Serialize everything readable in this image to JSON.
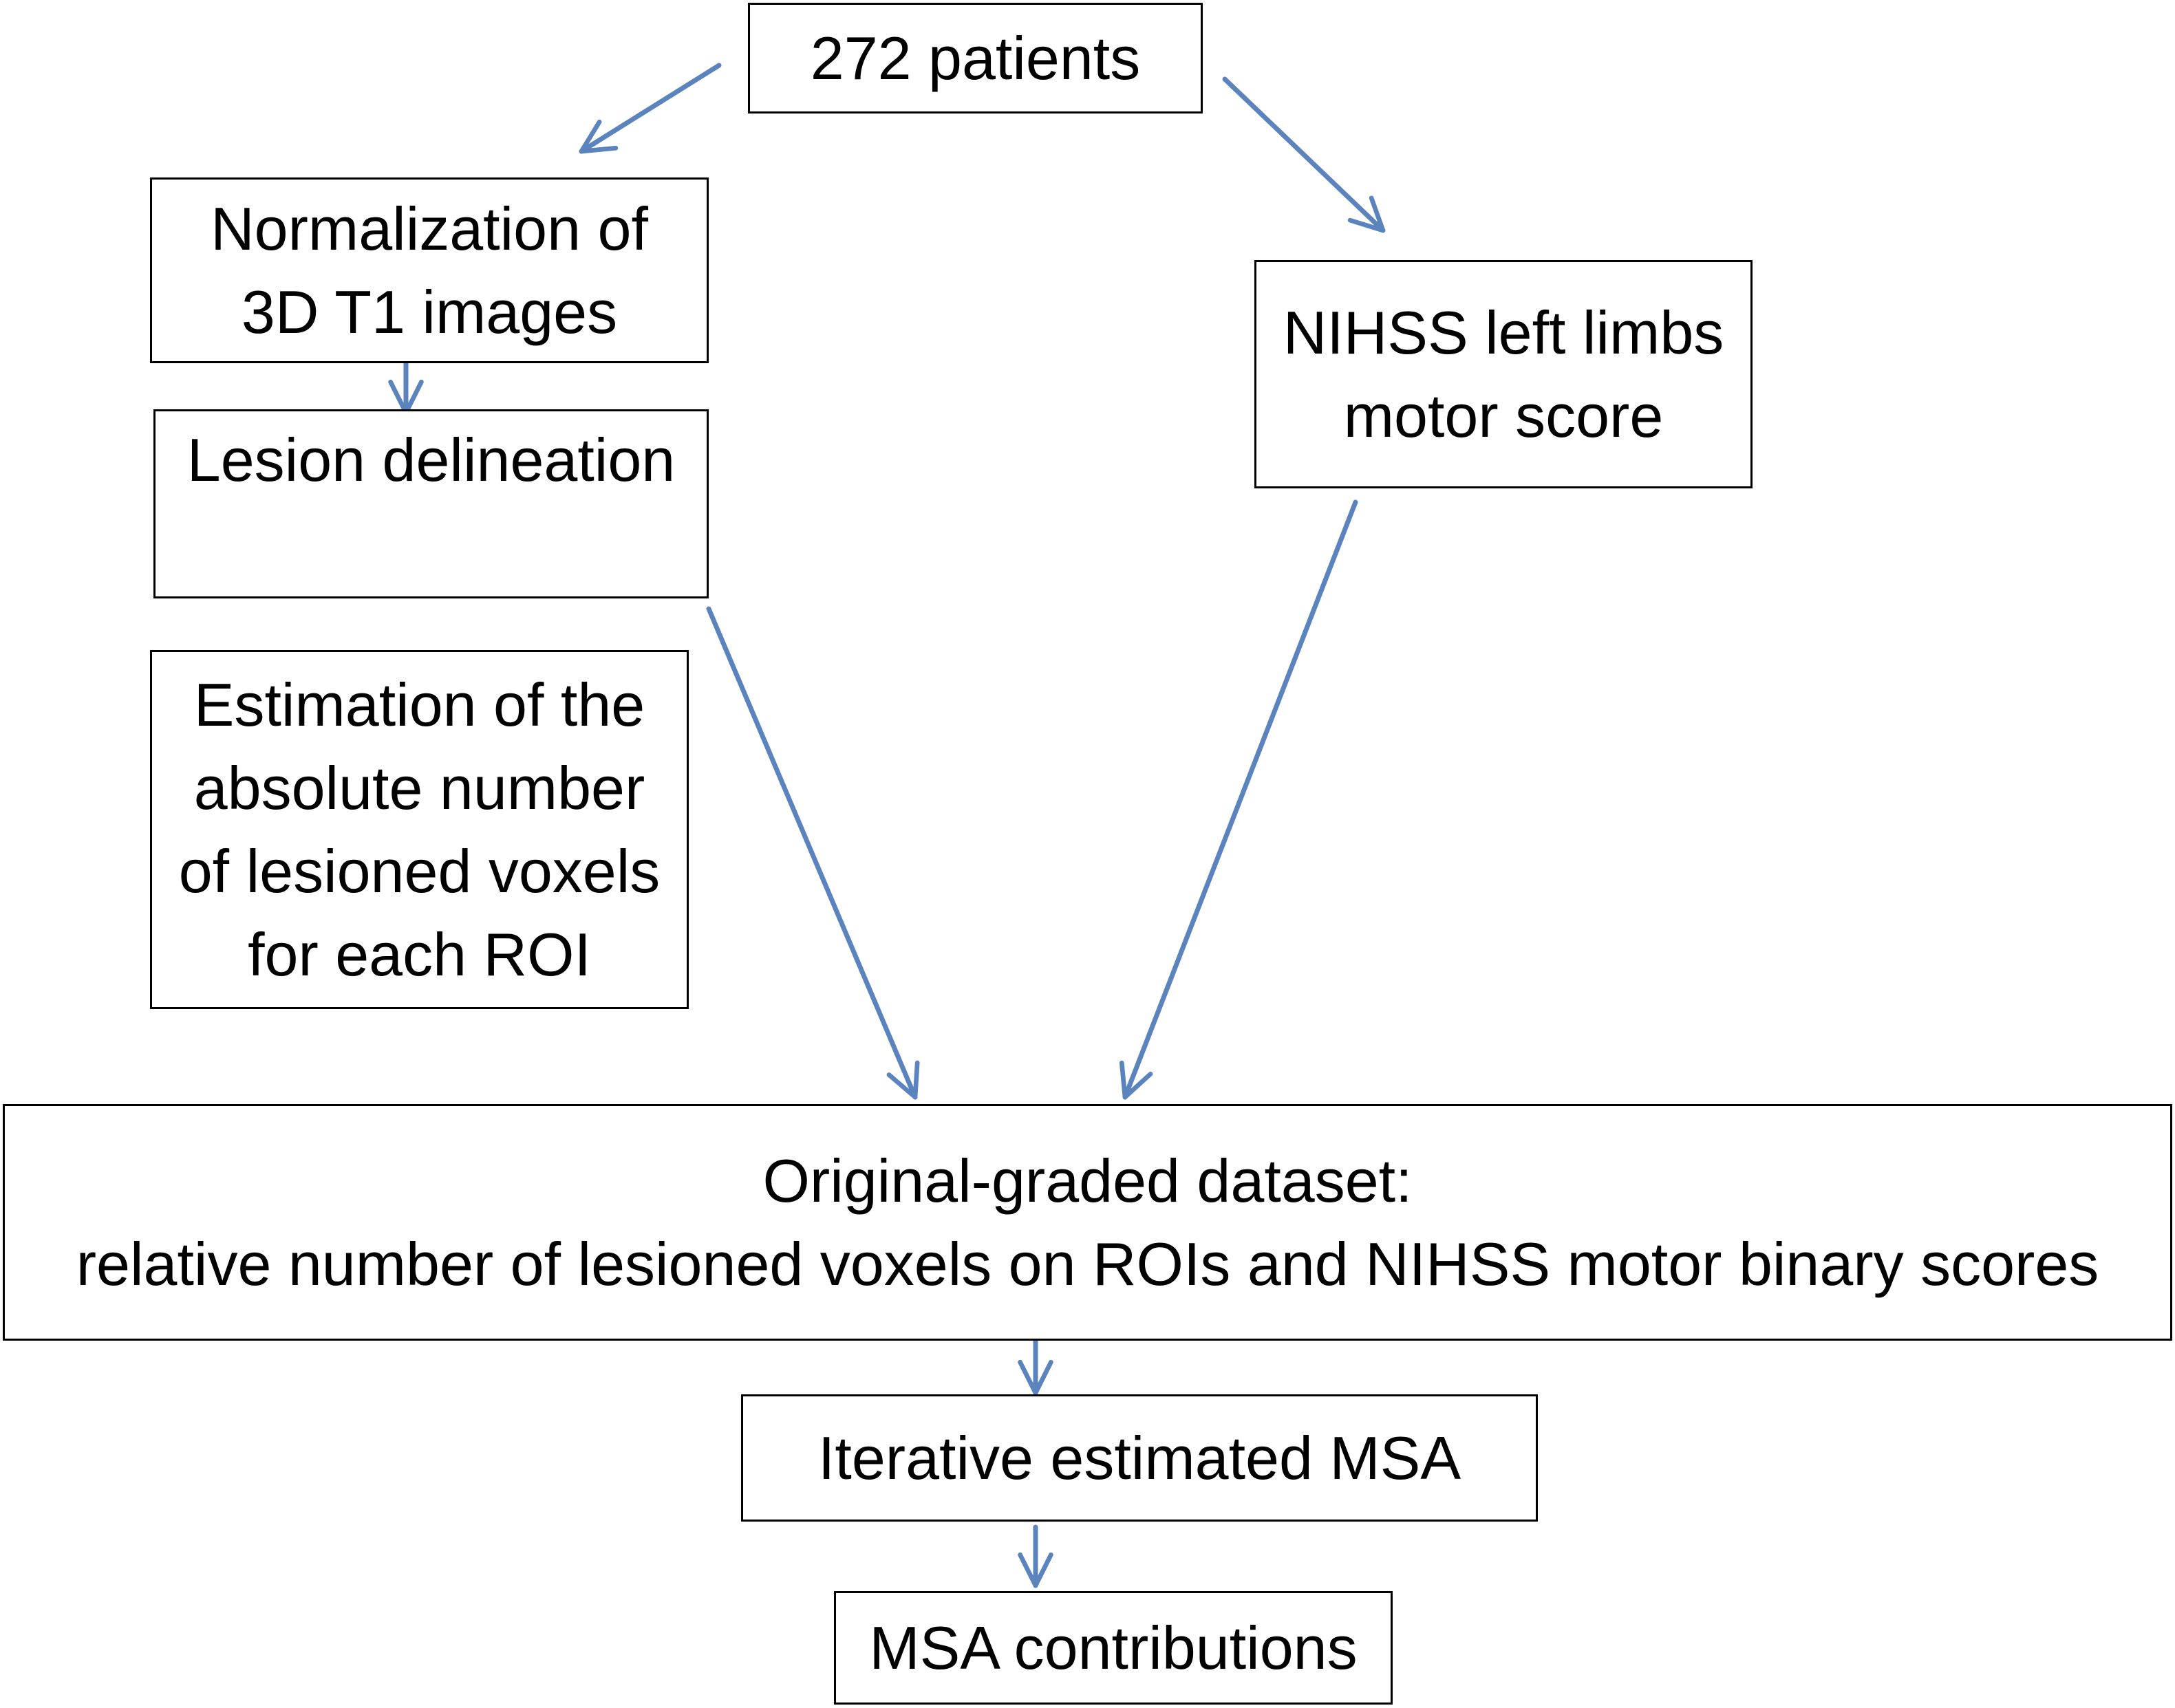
{
  "colors": {
    "arrow": "#5b84bf",
    "box_border": "#000000",
    "text": "#000000",
    "background": "#ffffff"
  },
  "nodes": {
    "patients": {
      "lines": [
        "272 patients"
      ]
    },
    "normalization": {
      "lines": [
        "Normalization of",
        "3D T1 images"
      ]
    },
    "lesion_delineation": {
      "lines": [
        "Lesion delineation"
      ]
    },
    "estimation": {
      "lines": [
        "Estimation of the",
        "absolute number",
        "of lesioned voxels",
        "for each ROI"
      ]
    },
    "nihss": {
      "lines": [
        "NIHSS left limbs",
        "motor score"
      ]
    },
    "dataset": {
      "lines": [
        "Original-graded dataset:",
        "relative number of lesioned voxels on ROIs and NIHSS motor binary scores"
      ]
    },
    "iterative_msa": {
      "lines": [
        "Iterative estimated MSA"
      ]
    },
    "msa_contributions": {
      "lines": [
        "MSA contributions"
      ]
    }
  },
  "edges": [
    {
      "from": "patients",
      "to": "normalization"
    },
    {
      "from": "patients",
      "to": "nihss"
    },
    {
      "from": "normalization",
      "to": "lesion_delineation"
    },
    {
      "from": "lesion_delineation",
      "to": "dataset"
    },
    {
      "from": "nihss",
      "to": "dataset"
    },
    {
      "from": "dataset",
      "to": "iterative_msa"
    },
    {
      "from": "iterative_msa",
      "to": "msa_contributions"
    }
  ]
}
